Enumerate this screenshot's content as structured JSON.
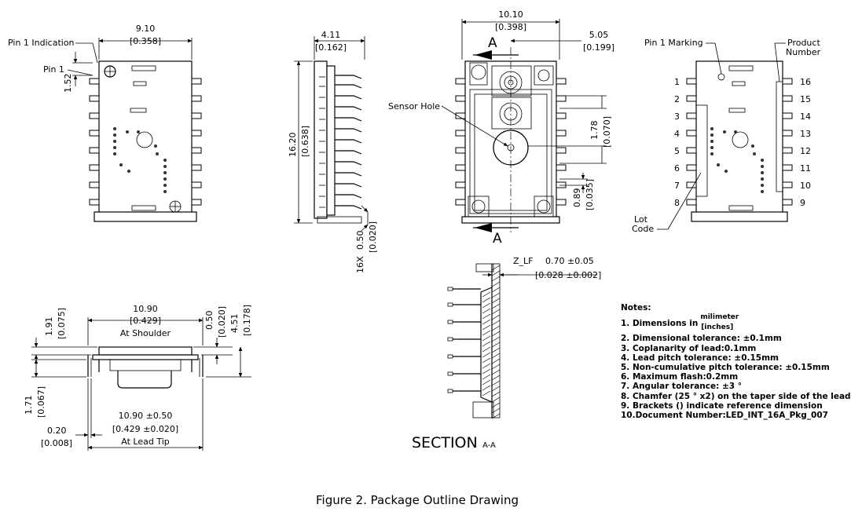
{
  "top_view": {
    "width_mm": "9.10",
    "width_in": "[0.358]",
    "pin1_indication": "Pin 1 Indication",
    "pin1": "Pin 1",
    "pin1_offset": "1.52"
  },
  "side_view": {
    "thickness_mm": "4.11",
    "thickness_in": "[0.162]",
    "length_mm": "16.20",
    "length_in": "[0.638]",
    "lead_count": "16X",
    "lead_w_mm": "0.50",
    "lead_w_in": "[0.020]"
  },
  "bottom_view": {
    "width_mm": "10.10",
    "width_in": "[0.398]",
    "half_mm": "5.05",
    "half_in": "[0.199]",
    "section_marker": "A",
    "sensor_hole": "Sensor Hole",
    "offset1_mm": "1.78",
    "offset1_in": "[0.070]",
    "offset2_mm": "0.89",
    "offset2_in": "[0.035]"
  },
  "marking_view": {
    "pin1_marking": "Pin 1 Marking",
    "product_number": "Product\nNumber",
    "product_line1": "Product",
    "product_line2": "Number",
    "lot_line1": "Lot",
    "lot_line2": "Code",
    "left_pins": [
      "1",
      "2",
      "3",
      "4",
      "5",
      "6",
      "7",
      "8"
    ],
    "right_pins": [
      "16",
      "15",
      "14",
      "13",
      "12",
      "11",
      "10",
      "9"
    ]
  },
  "end_view": {
    "h1_mm": "1.91",
    "h1_in": "[0.075]",
    "shoulder_mm": "10.90",
    "shoulder_in": "[0.429]",
    "shoulder_label": "At Shoulder",
    "h2_mm": "0.50",
    "h2_in": "[0.020]",
    "h3_mm": "4.51",
    "h3_in": "[0.178]",
    "h4_mm": "1.71",
    "h4_in": "[0.067]",
    "t_mm": "0.20",
    "t_in": "[0.008]",
    "tip_mm": "10.90 ±0.50",
    "tip_in": "[0.429 ±0.020]",
    "tip_label": "At Lead Tip"
  },
  "section_view": {
    "flatness_label": "Z_LF",
    "flatness_mm": "0.70 ±0.05",
    "flatness_in": "[0.028 ±0.002]",
    "title": "SECTION",
    "title_suffix": "A-A"
  },
  "notes": {
    "title": "Notes:",
    "n1_prefix": "1.  Dimensions in",
    "n1_unit_top": "milimeter",
    "n1_unit_bottom": "[inches]",
    "items": [
      "2.  Dimensional tolerance: ±0.1mm",
      "3.  Coplanarity of lead:0.1mm",
      "4.  Lead pitch tolerance: ±0.15mm",
      "5.  Non-cumulative pitch tolerance: ±0.15mm",
      "6.  Maximum flash:0.2mm",
      "7.  Angular tolerance: ±3 °",
      "8.  Chamfer (25 ° x2) on the taper side of the lead",
      "9.  Brackets () indicate reference dimension",
      "10.Document Number:LED_INT_16A_Pkg_007"
    ]
  },
  "caption": "Figure 2. Package Outline Drawing"
}
